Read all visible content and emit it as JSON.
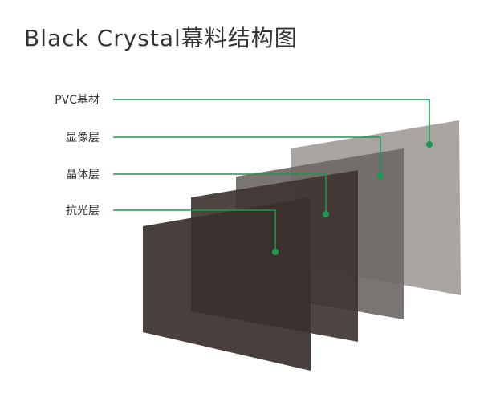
{
  "title": "Black Crystal幕料结构图",
  "colors": {
    "text": "#333333",
    "leader_line": "#1a9a4a",
    "pvc_layer": "#a19d9b",
    "display_layer": "#6f6866",
    "crystal_layer": "#3f3633",
    "anti_light_layer": "#3a302d"
  },
  "layers": [
    {
      "name": "PVC基材",
      "color_key": "pvc_layer"
    },
    {
      "name": "显像层",
      "color_key": "display_layer"
    },
    {
      "name": "晶体层",
      "color_key": "crystal_layer"
    },
    {
      "name": "抗光层",
      "color_key": "anti_light_layer"
    }
  ]
}
